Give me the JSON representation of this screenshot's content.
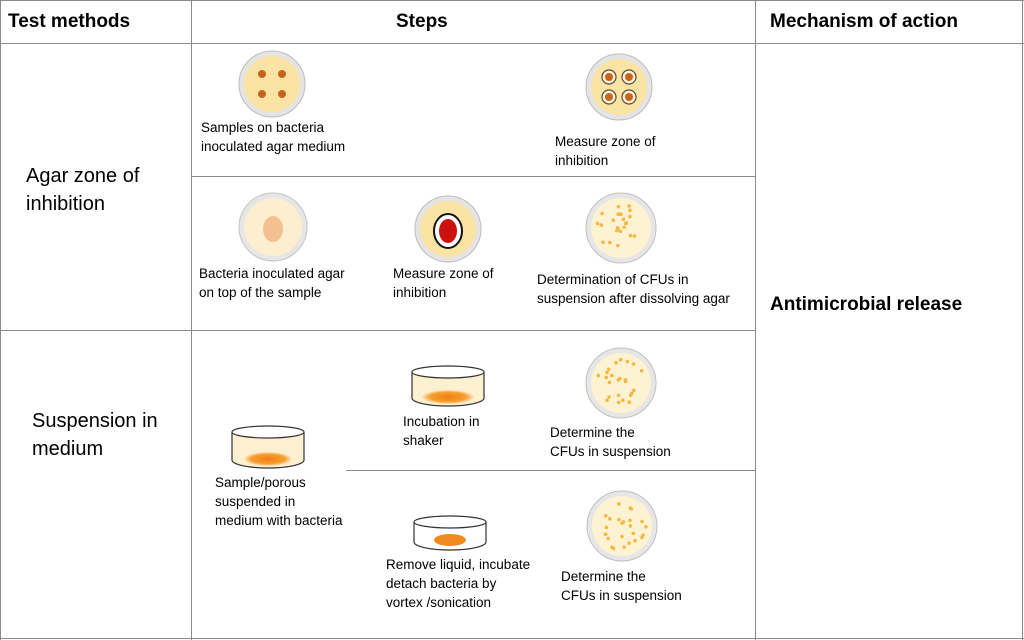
{
  "headers": {
    "test_methods": "Test methods",
    "steps": "Steps",
    "mechanism": "Mechanism of action"
  },
  "methods": {
    "agar": "Agar zone of\ninhibition",
    "suspension": "Suspension in\nmedium"
  },
  "captions": {
    "samples_on_bacteria": "Samples on bacteria\ninoculated agar medium",
    "measure_zone_1": "Measure zone of\ninhibition",
    "bacteria_on_top": "Bacteria inoculated agar\non top of the sample",
    "measure_zone_2": "Measure zone of\ninhibition",
    "cfu_dissolving": "Determination of CFUs in\nsuspension after dissolving agar",
    "sample_porous": "Sample/porous\nsuspended in\nmedium with bacteria",
    "incubation_shaker": "Incubation in\nshaker",
    "determine_cfu_1": "Determine the\nCFUs in suspension",
    "remove_liquid": "Remove liquid, incubate\ndetach bacteria by\nvortex /sonication",
    "determine_cfu_2": "Determine the\nCFUs in suspension"
  },
  "mechanism_value": "Antimicrobial release",
  "colors": {
    "agar": "#fbe3a4",
    "dish_rim": "#cfcfcf",
    "spot": "#c8641e",
    "sample_red": "#cc1010",
    "colony": "#f5b942",
    "liquid_orange": "#f07d10"
  }
}
